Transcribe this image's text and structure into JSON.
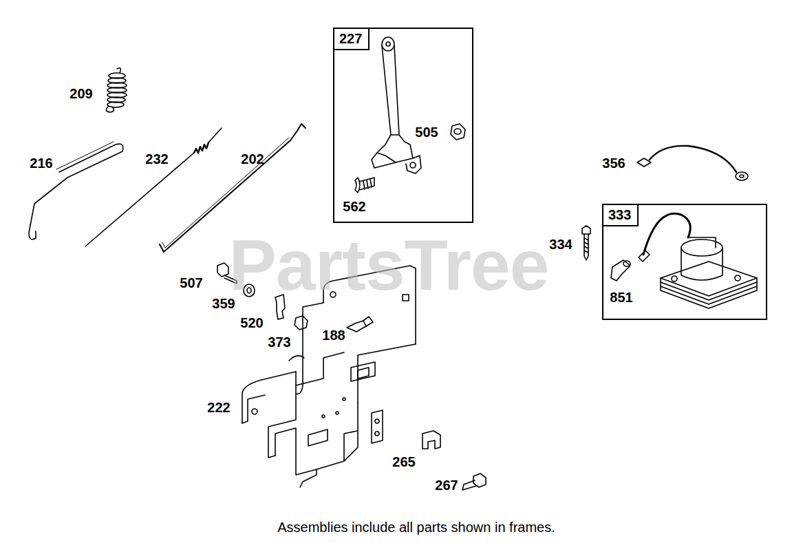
{
  "diagram": {
    "caption": "Assemblies include all parts shown in frames.",
    "nodes": [
      {
        "text": [
          "227"
        ]
      },
      {
        "text": [
          "333"
        ]
      }
    ],
    "labels": [
      "209",
      "216",
      "232",
      "202",
      "505",
      "562",
      "356",
      "334",
      "851",
      "507",
      "359",
      "520",
      "373",
      "188",
      "222",
      "265",
      "267",
      "PartsTree"
    ]
  }
}
